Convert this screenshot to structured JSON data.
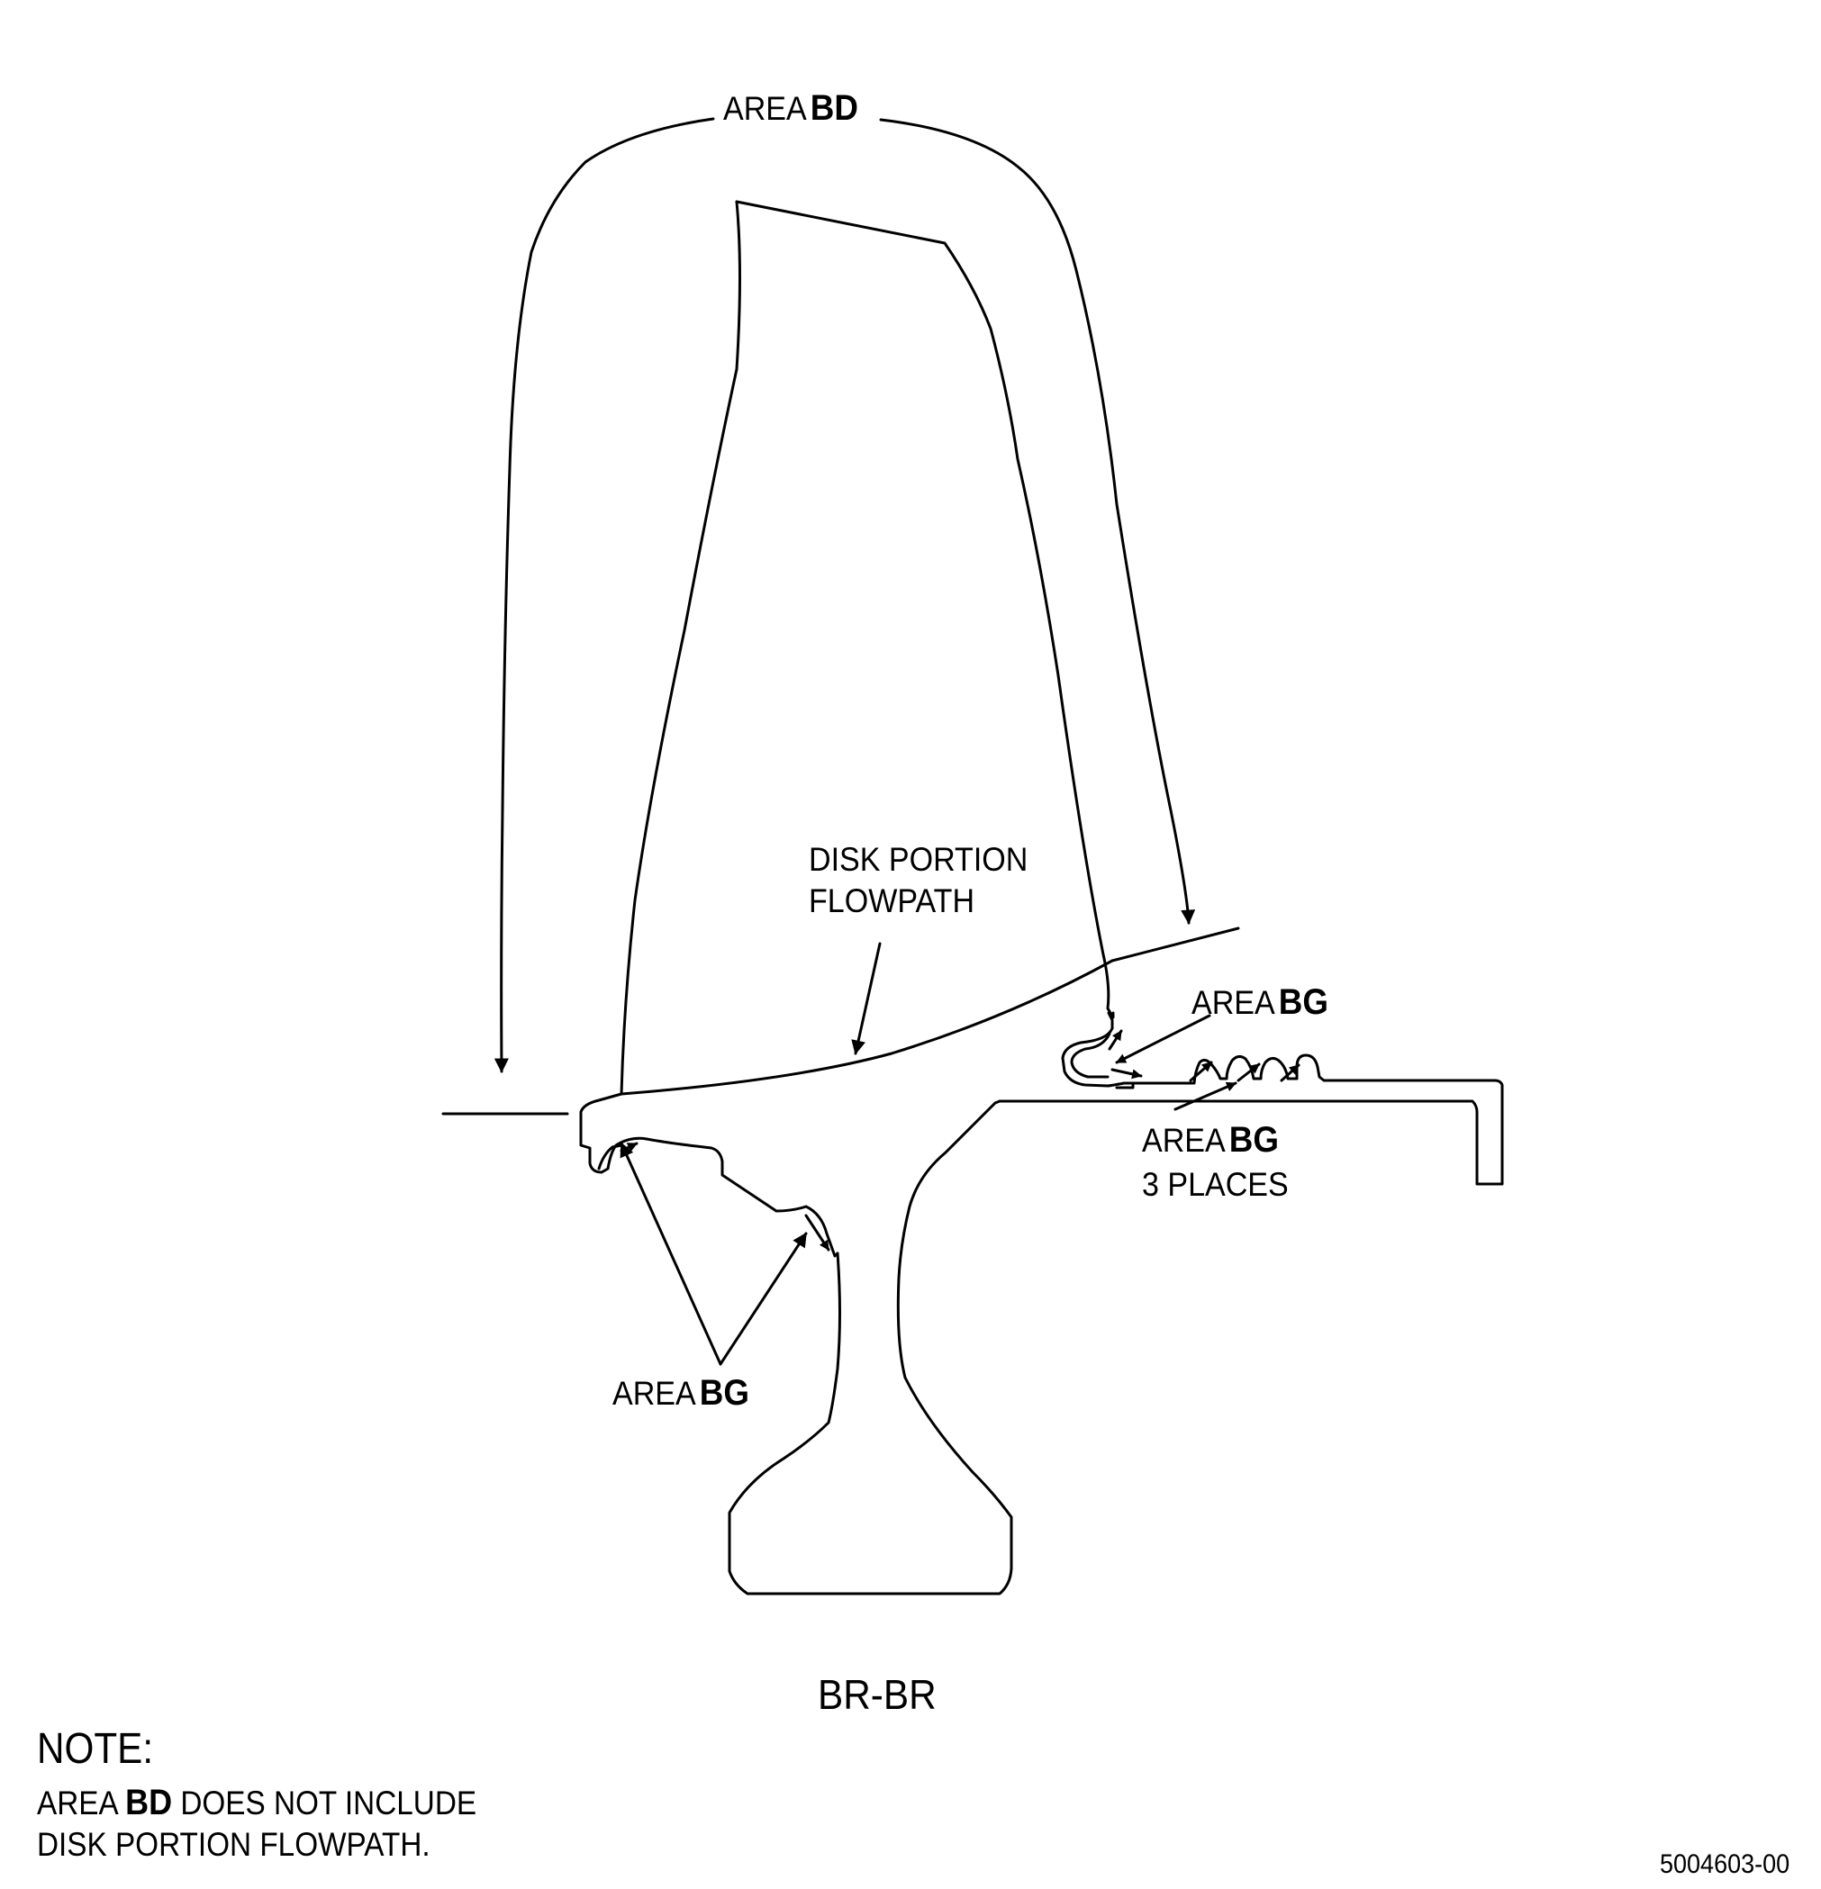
{
  "labels": {
    "area_bd_top": {
      "prefix": "AREA",
      "code": "BD"
    },
    "flowpath": {
      "line1": "DISK PORTION",
      "line2": "FLOWPATH"
    },
    "area_bg_right": {
      "prefix": "AREA",
      "code": "BG"
    },
    "area_bg_places": {
      "prefix": "AREA",
      "code": "BG",
      "line2": "3 PLACES"
    },
    "area_bg_bottom": {
      "prefix": "AREA",
      "code": "BG"
    }
  },
  "section_label": "BR-BR",
  "note": {
    "heading": "NOTE:",
    "line1_prefix": "AREA",
    "line1_code": "BD",
    "line1_suffix": "DOES NOT INCLUDE",
    "line2": "DISK PORTION FLOWPATH."
  },
  "figure_id": "5004603-00"
}
